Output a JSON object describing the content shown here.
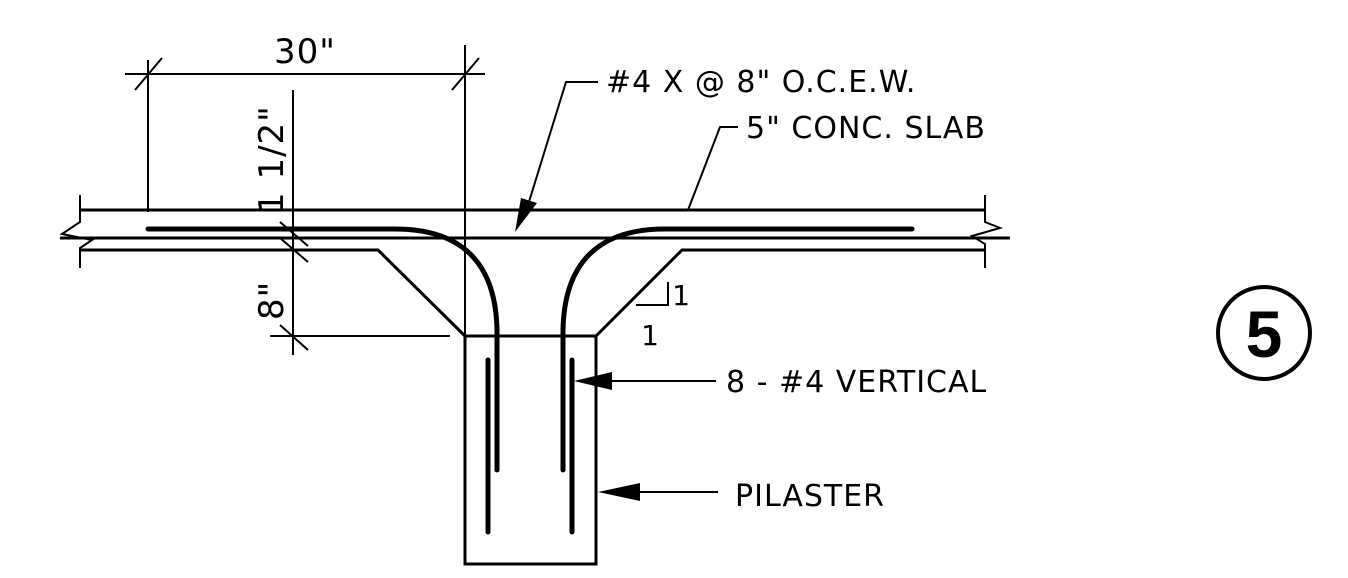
{
  "labels": {
    "dim_top": "30\"",
    "dim_left_upper": "1 1/2\"",
    "dim_left_lower": "8\"",
    "rebar_callout": "#4 X @ 8\" O.C.E.W.",
    "slab_callout": "5\" CONC. SLAB",
    "vertical_callout": "8 - #4 VERTICAL",
    "pilaster_callout": "PILASTER",
    "slope_rise": "1",
    "slope_run": "1",
    "detail_number": "5"
  }
}
